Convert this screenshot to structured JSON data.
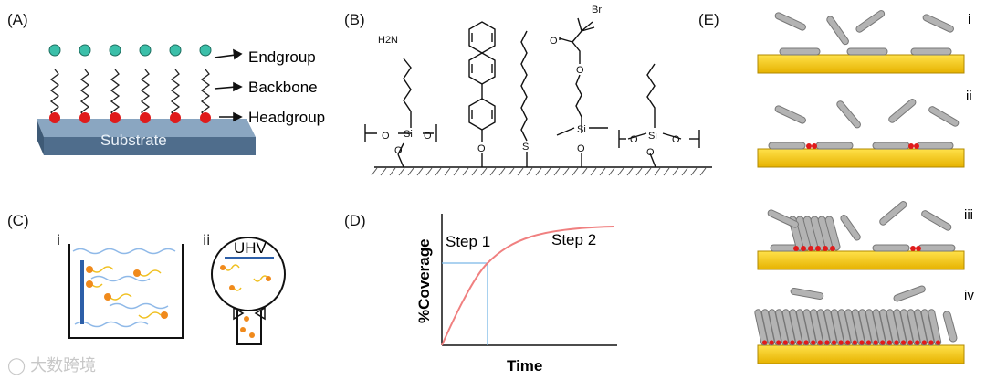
{
  "panel_labels": {
    "a": "(A)",
    "b": "(B)",
    "c": "(C)",
    "d": "(D)",
    "e": "(E)"
  },
  "panel_a": {
    "endgroup": "Endgroup",
    "backbone": "Backbone",
    "headgroup": "Headgroup",
    "substrate": "Substrate"
  },
  "panel_b": {
    "nh2": "H2N",
    "si": "Si",
    "o": "O",
    "s": "S",
    "br": "Br"
  },
  "panel_c": {
    "sub_i": "i",
    "sub_ii": "ii",
    "uhv": "UHV"
  },
  "panel_d": {
    "ylabel": "%Coverage",
    "xlabel": "Time",
    "step1": "Step 1",
    "step2": "Step 2"
  },
  "panel_e": {
    "i": "i",
    "ii": "ii",
    "iii": "iii",
    "iv": "iv"
  },
  "watermark": {
    "text": "大数跨境"
  },
  "colors": {
    "substrate_top": "#5d7b99",
    "head_red": "#e01b1b",
    "end_teal": "#3bbfa9",
    "gold": "#f5c400",
    "gold_dark": "#c49a00",
    "curve": "#f08080",
    "guide": "#7ab8e6",
    "rod": "#b3b3b3",
    "wave": "#8fb9e8",
    "orange": "#f08a1c",
    "chain": "#f0c020",
    "bar_blue": "#2d5fa8"
  }
}
